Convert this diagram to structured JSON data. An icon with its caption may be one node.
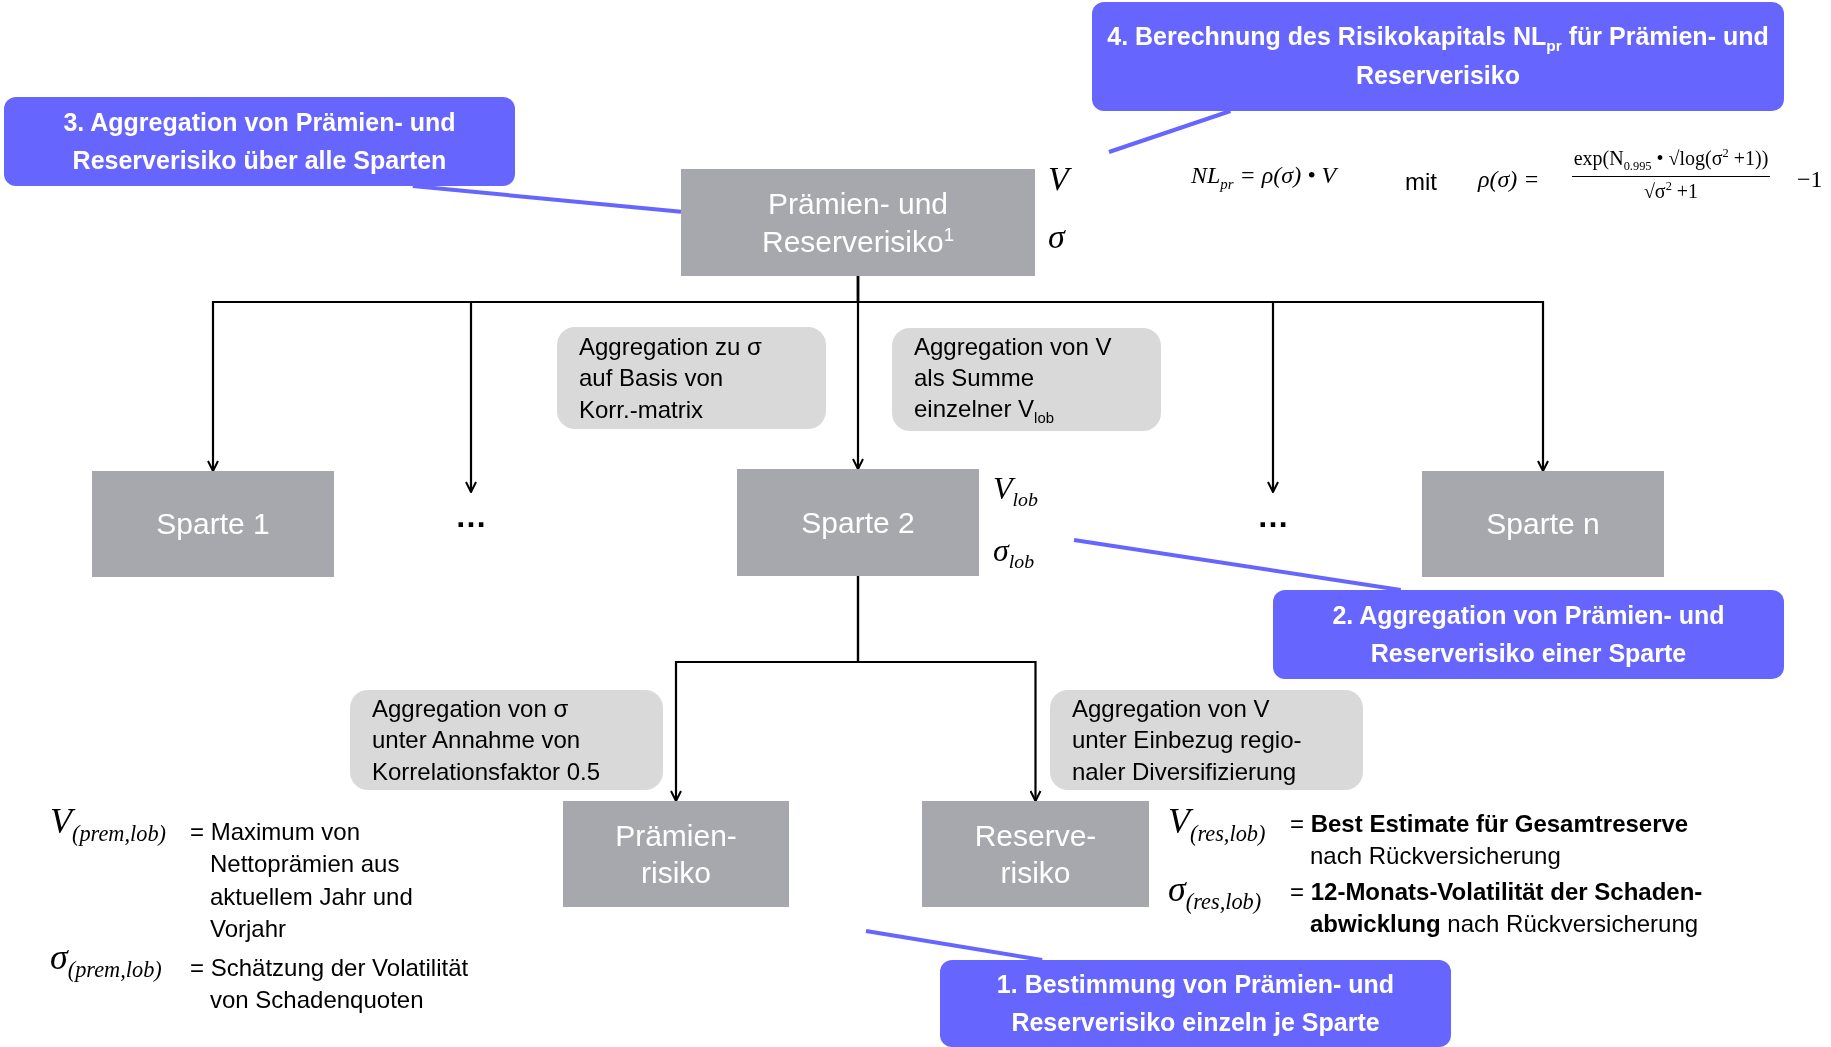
{
  "diagram": {
    "nodes": [
      {
        "text": [
          "3. Aggregation von Prämien- und Reserverisiko über alle Sparten"
        ]
      },
      {
        "text": [
          "4. Berechnung des Risikokapitals NL$_{pr}$ für Prämien- und Reserverisiko"
        ]
      },
      {
        "text": [
          "Prämien- und Reserverisiko$^{1}$"
        ],
        "beside": [
          "V",
          "σ"
        ]
      },
      {
        "text": [
          "Aggregation zu σ auf Basis von Korr.-matrix"
        ]
      },
      {
        "text": [
          "Aggregation von V als Summe einzelner V$_{lob}$"
        ]
      },
      {
        "text": [
          "Sparte 1"
        ]
      },
      {
        "text": [
          "…"
        ]
      },
      {
        "text": [
          "Sparte 2"
        ],
        "beside": [
          "V$_{lob}$",
          "σ$_{lob}$"
        ]
      },
      {
        "text": [
          "…"
        ]
      },
      {
        "text": [
          "Sparte n"
        ]
      },
      {
        "text": [
          "2. Aggregation von Prämien- und Reserverisiko einer Sparte"
        ]
      },
      {
        "text": [
          "Aggregation von σ unter Annahme von Korrelationsfaktor 0.5"
        ]
      },
      {
        "text": [
          "Aggregation von V unter Einbezug regio- naler Diversifizierung"
        ]
      },
      {
        "text": [
          "Prämien- risiko"
        ]
      },
      {
        "text": [
          "Reserve- risiko"
        ]
      },
      {
        "text": [
          "1. Bestimmung von Prämien- und Reserverisiko einzeln je Sparte"
        ]
      }
    ],
    "edges": [
      {
        "from": 2,
        "to": 5,
        "arrow": "to"
      },
      {
        "from": 2,
        "to": 6,
        "arrow": "to"
      },
      {
        "from": 2,
        "to": 7,
        "arrow": "to"
      },
      {
        "from": 2,
        "to": 8,
        "arrow": "to"
      },
      {
        "from": 2,
        "to": 9,
        "arrow": "to"
      },
      {
        "from": 7,
        "to": 13,
        "arrow": "to"
      },
      {
        "from": 7,
        "to": 14,
        "arrow": "to"
      },
      {
        "from": 0,
        "to": 2,
        "arrow": "none",
        "color": "#6666ff"
      },
      {
        "from": 1,
        "to": null,
        "arrow": "none",
        "color": "#6666ff"
      },
      {
        "from": 10,
        "to": null,
        "arrow": "none",
        "color": "#6666ff"
      },
      {
        "from": 15,
        "to": null,
        "arrow": "none",
        "color": "#6666ff"
      }
    ],
    "labels": [
      "NL$_{pr}$ = ρ(σ) • V",
      "mit",
      "ρ(σ) =",
      "exp(N$_{0.995}$ • √log(σ$^{2}$ +1))",
      "√σ$^{2}$ +1",
      "−1",
      "V$_{(prem,lob)}$",
      "= Maximum von Nettoprämien aus aktuellem Jahr und Vorjahr",
      "σ$_{(prem,lob)}$",
      "= Schätzung der Volatilität von Schadenquoten",
      "V$_{(res,lob)}$",
      "= **Best Estimate für Gesamtreserve** nach Rückversicherung",
      "σ$_{(res,lob)}$",
      "= **12-Monats-Volatilität der Schaden- abwicklung** nach Rückversicherung"
    ]
  }
}
